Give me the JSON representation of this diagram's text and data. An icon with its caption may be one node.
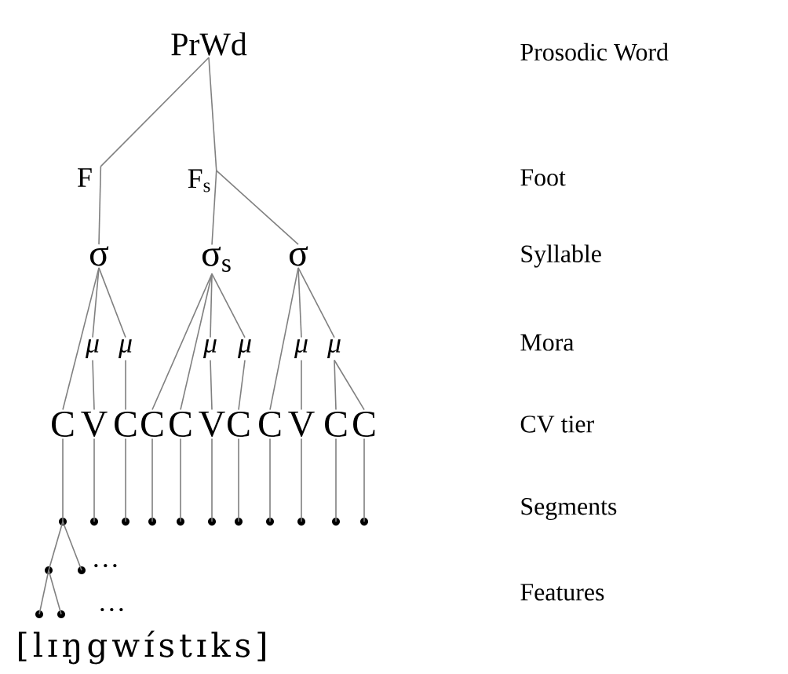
{
  "diagram": {
    "nodes": [
      {
        "text": [
          "PrWd"
        ]
      },
      {
        "text": [
          "F"
        ]
      },
      {
        "text": [
          "F$_{s}$"
        ]
      },
      {
        "text": [
          "σ"
        ]
      },
      {
        "text": [
          "σ$_{s}$"
        ]
      },
      {
        "text": [
          "σ"
        ]
      },
      {
        "text": [
          "μ"
        ]
      },
      {
        "text": [
          "μ"
        ]
      },
      {
        "text": [
          "μ"
        ]
      },
      {
        "text": [
          "μ"
        ]
      },
      {
        "text": [
          "μ"
        ]
      },
      {
        "text": [
          "μ"
        ]
      },
      {
        "text": [
          "C"
        ]
      },
      {
        "text": [
          "V"
        ]
      },
      {
        "text": [
          "C"
        ]
      },
      {
        "text": [
          "C"
        ]
      },
      {
        "text": [
          "C"
        ]
      },
      {
        "text": [
          "V"
        ]
      },
      {
        "text": [
          "C"
        ]
      },
      {
        "text": [
          "C"
        ]
      },
      {
        "text": [
          "V"
        ]
      },
      {
        "text": [
          "C"
        ]
      },
      {
        "text": [
          "C"
        ]
      },
      {
        "text": [],
        "shape": "circle"
      },
      {
        "text": [],
        "shape": "circle"
      },
      {
        "text": [],
        "shape": "circle"
      },
      {
        "text": [],
        "shape": "circle"
      },
      {
        "text": [],
        "shape": "circle"
      },
      {
        "text": [],
        "shape": "circle"
      },
      {
        "text": [],
        "shape": "circle"
      },
      {
        "text": [],
        "shape": "circle"
      },
      {
        "text": [],
        "shape": "circle"
      },
      {
        "text": [],
        "shape": "circle"
      },
      {
        "text": [],
        "shape": "circle"
      },
      {
        "text": [],
        "shape": "circle"
      },
      {
        "text": [],
        "shape": "circle"
      },
      {
        "text": [],
        "shape": "circle"
      },
      {
        "text": [],
        "shape": "circle"
      }
    ],
    "edges": [
      {
        "from": 0,
        "to": 1,
        "arrow": "none"
      },
      {
        "from": 0,
        "to": 2,
        "arrow": "none"
      },
      {
        "from": 1,
        "to": 3,
        "arrow": "none"
      },
      {
        "from": 2,
        "to": 4,
        "arrow": "none"
      },
      {
        "from": 2,
        "to": 5,
        "arrow": "none"
      },
      {
        "from": 3,
        "to": 12,
        "arrow": "none"
      },
      {
        "from": 3,
        "to": 6,
        "arrow": "none"
      },
      {
        "from": 3,
        "to": 7,
        "arrow": "none"
      },
      {
        "from": 4,
        "to": 15,
        "arrow": "none"
      },
      {
        "from": 4,
        "to": 16,
        "arrow": "none"
      },
      {
        "from": 4,
        "to": 8,
        "arrow": "none"
      },
      {
        "from": 4,
        "to": 9,
        "arrow": "none"
      },
      {
        "from": 5,
        "to": 19,
        "arrow": "none"
      },
      {
        "from": 5,
        "to": 10,
        "arrow": "none"
      },
      {
        "from": 5,
        "to": 11,
        "arrow": "none"
      },
      {
        "from": 6,
        "to": 13,
        "arrow": "none"
      },
      {
        "from": 7,
        "to": 14,
        "arrow": "none"
      },
      {
        "from": 8,
        "to": 17,
        "arrow": "none"
      },
      {
        "from": 9,
        "to": 18,
        "arrow": "none"
      },
      {
        "from": 10,
        "to": 20,
        "arrow": "none"
      },
      {
        "from": 11,
        "to": 21,
        "arrow": "none"
      },
      {
        "from": 11,
        "to": 22,
        "arrow": "none"
      },
      {
        "from": 12,
        "to": 23,
        "arrow": "none"
      },
      {
        "from": 13,
        "to": 24,
        "arrow": "none"
      },
      {
        "from": 14,
        "to": 25,
        "arrow": "none"
      },
      {
        "from": 15,
        "to": 26,
        "arrow": "none"
      },
      {
        "from": 16,
        "to": 27,
        "arrow": "none"
      },
      {
        "from": 17,
        "to": 28,
        "arrow": "none"
      },
      {
        "from": 18,
        "to": 29,
        "arrow": "none"
      },
      {
        "from": 19,
        "to": 30,
        "arrow": "none"
      },
      {
        "from": 20,
        "to": 31,
        "arrow": "none"
      },
      {
        "from": 21,
        "to": 32,
        "arrow": "none"
      },
      {
        "from": 22,
        "to": 33,
        "arrow": "none"
      },
      {
        "from": 23,
        "to": 34,
        "arrow": "none"
      },
      {
        "from": 23,
        "to": 35,
        "arrow": "none"
      },
      {
        "from": 34,
        "to": 36,
        "arrow": "none"
      },
      {
        "from": 34,
        "to": 37,
        "arrow": "none"
      }
    ],
    "labels": [
      "Prosodic Word",
      "Foot",
      "Syllable",
      "Mora",
      "CV tier",
      "Segments",
      "Features",
      "…",
      "…",
      "[lɪŋgwɪ́stɪks]"
    ]
  }
}
